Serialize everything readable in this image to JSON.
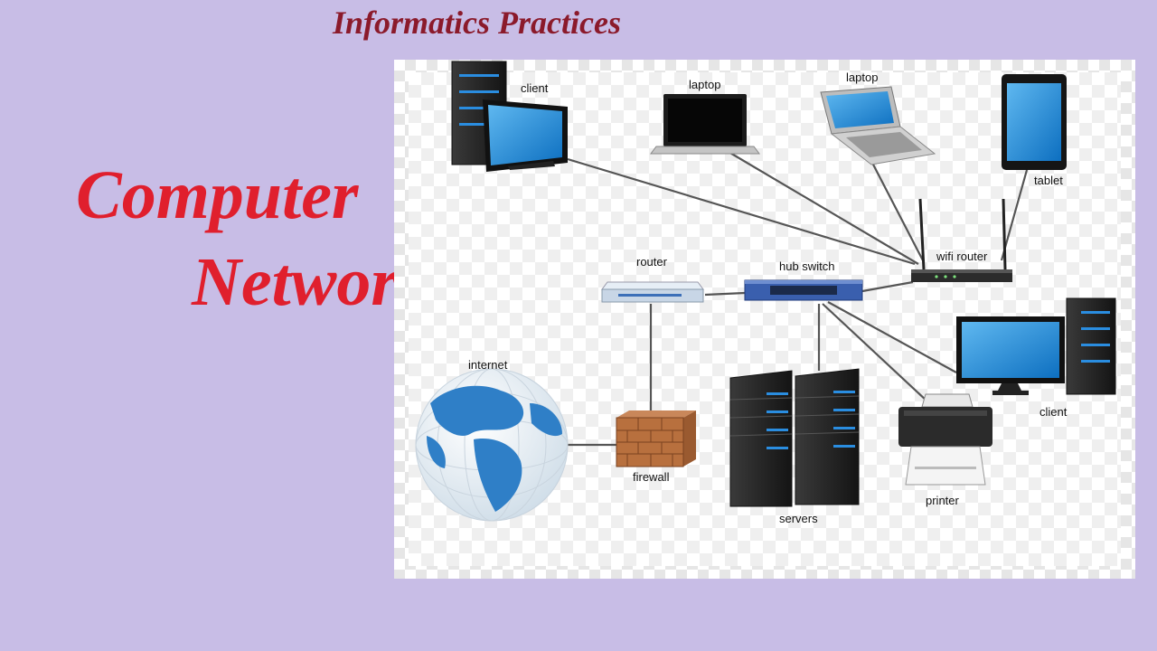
{
  "header": {
    "title": "Informatics Practices"
  },
  "main_title": {
    "line1": "Computer",
    "line2": "Network"
  },
  "diagram": {
    "labels": {
      "client_top": "client",
      "laptop_1": "laptop",
      "laptop_2": "laptop",
      "tablet": "tablet",
      "wifi_router": "wifi router",
      "router": "router",
      "hub_switch": "hub switch",
      "internet": "internet",
      "firewall": "firewall",
      "servers": "servers",
      "printer": "printer",
      "client_right": "client"
    }
  },
  "colors": {
    "background": "#c8bde6",
    "title_red": "#e01f2d",
    "header_maroon": "#8b1a2b",
    "screen_blue": "#1e88d6"
  }
}
